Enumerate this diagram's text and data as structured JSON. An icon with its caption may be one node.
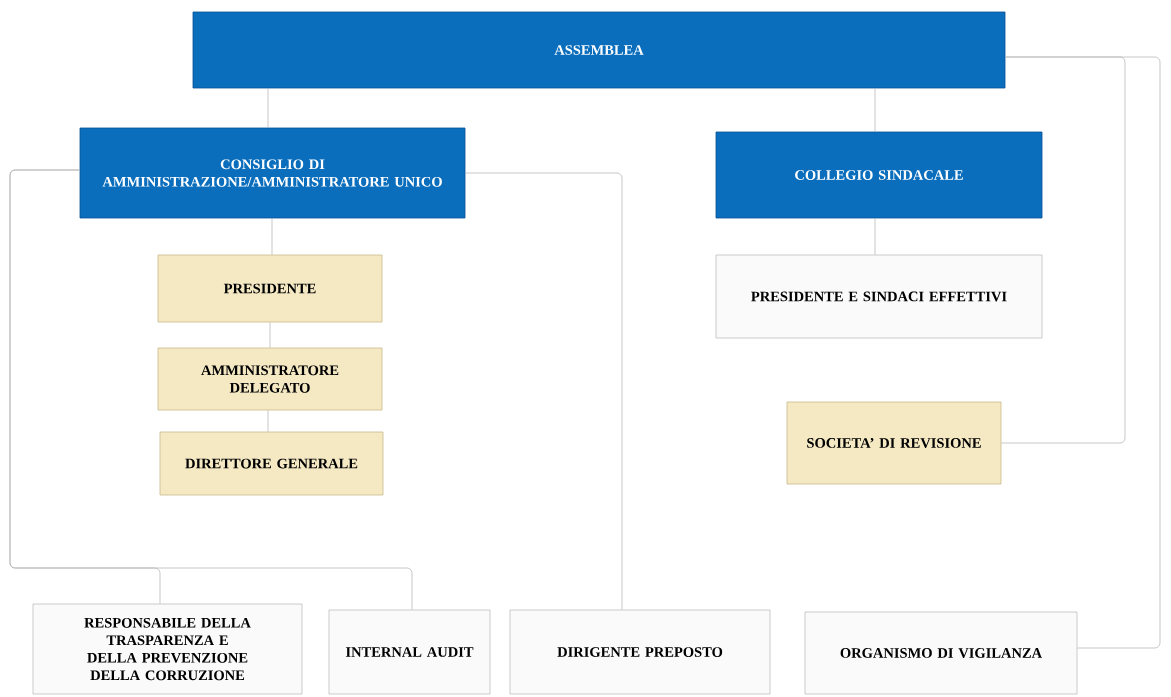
{
  "diagram": {
    "nodes": [
      {
        "text": [
          "ASSEMBLEA"
        ]
      },
      {
        "text": [
          "CONSIGLIO DI AMMINISTRAZIONE/AMMINISTRATORE UNICO"
        ]
      },
      {
        "text": [
          "COLLEGIO SINDACALE"
        ]
      },
      {
        "text": [
          "PRESIDENTE"
        ]
      },
      {
        "text": [
          "AMMINISTRATORE DELEGATO"
        ]
      },
      {
        "text": [
          "DIRETTORE GENERALE"
        ]
      },
      {
        "text": [
          "PRESIDENTE E SINDACI EFFETTIVI"
        ]
      },
      {
        "text": [
          "SOCIETA’ DI REVISIONE"
        ]
      },
      {
        "text": [
          "RESPONSABILE DELLA TRASPARENZA E DELLA PREVENZIONE DELLA CORRUZIONE"
        ]
      },
      {
        "text": [
          "INTERNAL AUDIT"
        ]
      },
      {
        "text": [
          "DIRIGENTE PREPOSTO"
        ]
      },
      {
        "text": [
          "ORGANISMO DI VIGILANZA"
        ]
      }
    ],
    "edges": [
      {
        "from": 0,
        "to": 1,
        "arrow": "none"
      },
      {
        "from": 0,
        "to": 2,
        "arrow": "none"
      },
      {
        "from": 1,
        "to": 3,
        "arrow": "none"
      },
      {
        "from": 3,
        "to": 4,
        "arrow": "none"
      },
      {
        "from": 4,
        "to": 5,
        "arrow": "none"
      },
      {
        "from": 2,
        "to": 6,
        "arrow": "none"
      },
      {
        "from": 0,
        "to": 7,
        "arrow": "none"
      },
      {
        "from": 1,
        "to": 8,
        "arrow": "none"
      },
      {
        "from": 1,
        "to": 9,
        "arrow": "none"
      },
      {
        "from": 1,
        "to": 10,
        "arrow": "none"
      },
      {
        "from": 0,
        "to": 11,
        "arrow": "none"
      }
    ]
  }
}
